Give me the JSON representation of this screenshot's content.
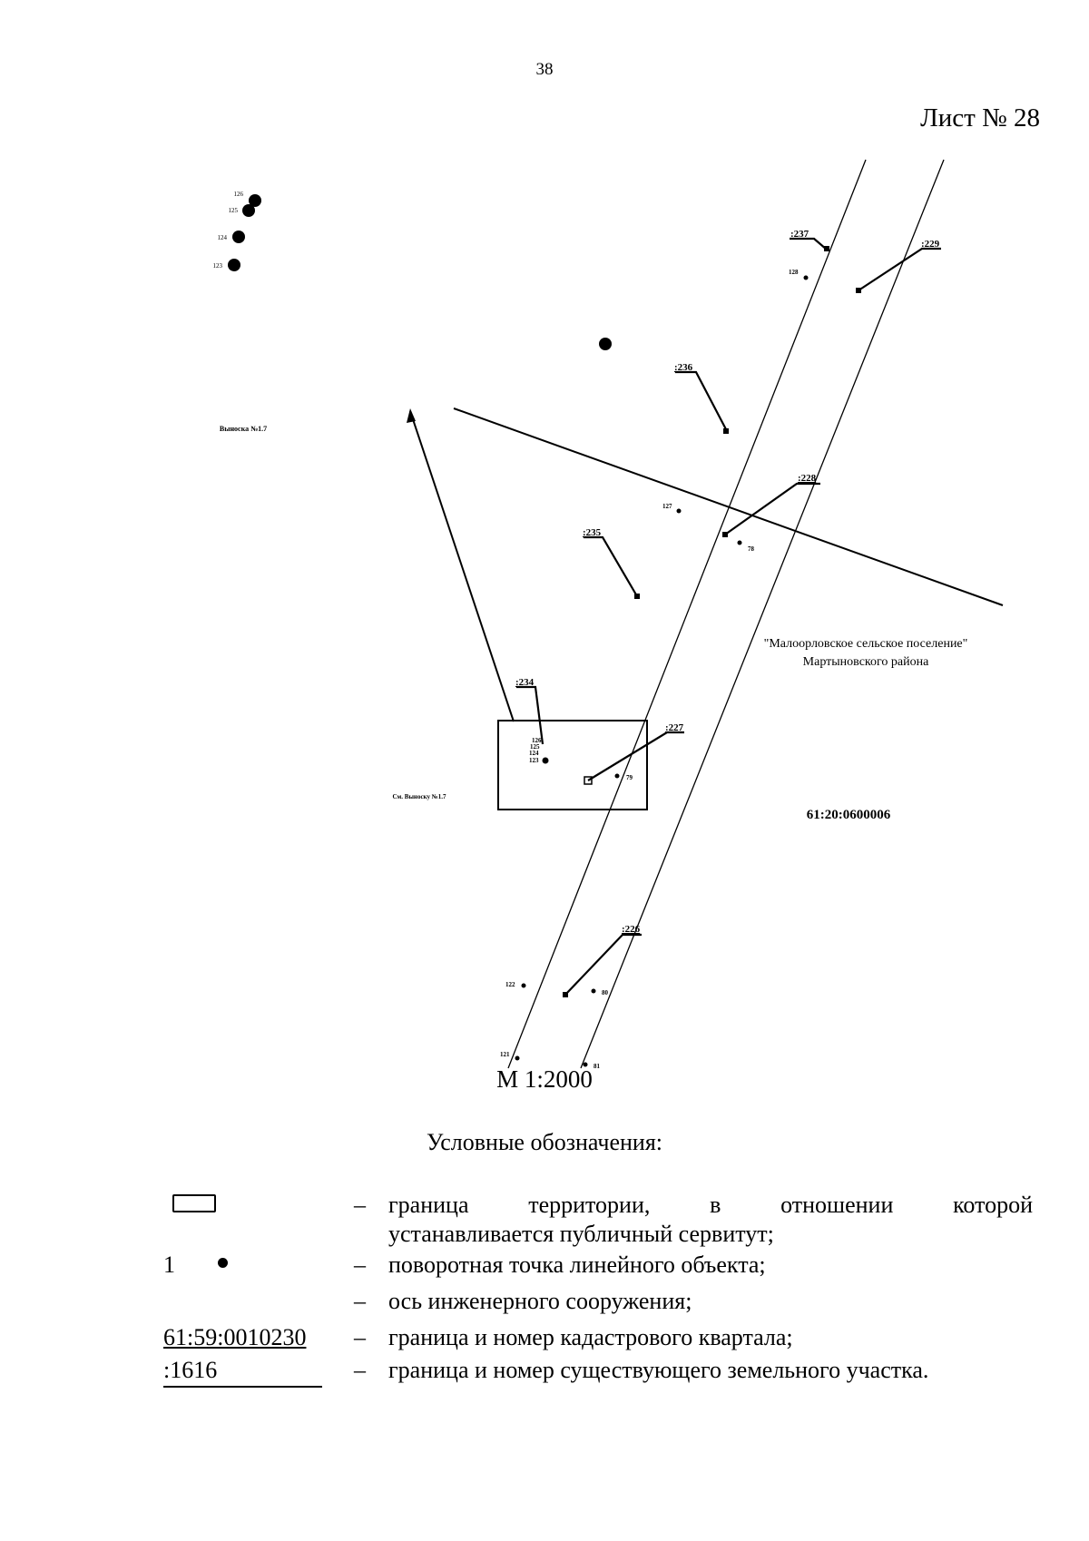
{
  "page_number": "38",
  "sheet_label": "Лист № 28",
  "map": {
    "callout_title": "Выноска №1.7",
    "callout_ref": "См. Выноску №1.7",
    "settlement_name_line1": "\"Малоорловское сельское поселение\"",
    "settlement_name_line2": "Мартыновского района",
    "cadastral_block": "61:20:0600006",
    "parcel_labels": [
      ":237",
      ":229",
      ":236",
      ":228",
      ":235",
      ":234",
      ":227",
      ":226"
    ],
    "point_labels": [
      "128",
      "127",
      "78",
      "126",
      "125",
      "124",
      "123",
      "79",
      "122",
      "80",
      "121",
      "81"
    ],
    "callout_point_labels": [
      "126",
      "125",
      "124",
      "123"
    ]
  },
  "scale": "М 1:2000",
  "legend": {
    "title": "Условные обозначения:",
    "items": [
      {
        "symbol": "",
        "dash": "–",
        "text_line1": "граница территории, в отношении которой",
        "text_line2": "устанавливается публичный сервитут;"
      },
      {
        "symbol": "1",
        "dash": "–",
        "text": "поворотная точка линейного объекта;"
      },
      {
        "symbol": "",
        "dash": "–",
        "text": "ось инженерного сооружения;"
      },
      {
        "symbol": "61:59:0010230",
        "dash": "–",
        "text": "граница и номер кадастрового квартала;"
      },
      {
        "symbol": ":1616",
        "dash": "–",
        "text": "граница и номер существующего земельного участка."
      }
    ]
  }
}
